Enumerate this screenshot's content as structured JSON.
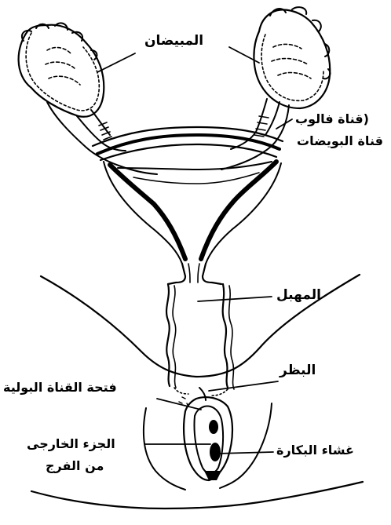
{
  "labels": {
    "ovaries": "المبيضان",
    "fallopian_tube_alt": "(قناة فالوب",
    "oviduct": "قناة البويضات",
    "vagina": "المهبل",
    "clitoris": "البظر",
    "urethral_opening": "فتحة القناة البولية",
    "hymen": "غشاء البكارة",
    "external_genitalia_line1": "الجزء الخارجى",
    "external_genitalia_line2": "من الفرج"
  },
  "colors": {
    "ink": "#000000",
    "paper": "#ffffff"
  }
}
